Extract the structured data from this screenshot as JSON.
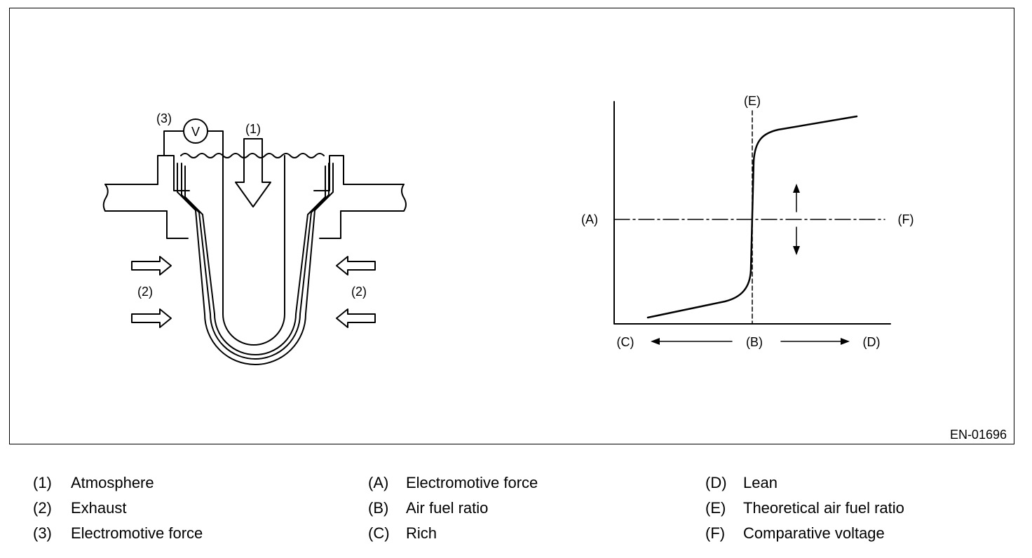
{
  "figure": {
    "id": "EN-01696",
    "sensor_labels": {
      "atmosphere": "(1)",
      "exhaust_left": "(2)",
      "exhaust_right": "(2)",
      "emf": "(3)",
      "voltmeter": "V"
    },
    "graph_labels": {
      "a": "(A)",
      "b": "(B)",
      "c": "(C)",
      "d": "(D)",
      "e": "(E)",
      "f": "(F)"
    }
  },
  "legend": {
    "items": [
      {
        "key": "(1)",
        "text": "Atmosphere"
      },
      {
        "key": "(2)",
        "text": "Exhaust"
      },
      {
        "key": "(3)",
        "text": "Electromotive force"
      },
      {
        "key": "(A)",
        "text": "Electromotive force"
      },
      {
        "key": "(B)",
        "text": "Air fuel ratio"
      },
      {
        "key": "(C)",
        "text": "Rich"
      },
      {
        "key": "(D)",
        "text": "Lean"
      },
      {
        "key": "(E)",
        "text": "Theoretical air fuel ratio"
      },
      {
        "key": "(F)",
        "text": "Comparative voltage"
      }
    ]
  }
}
